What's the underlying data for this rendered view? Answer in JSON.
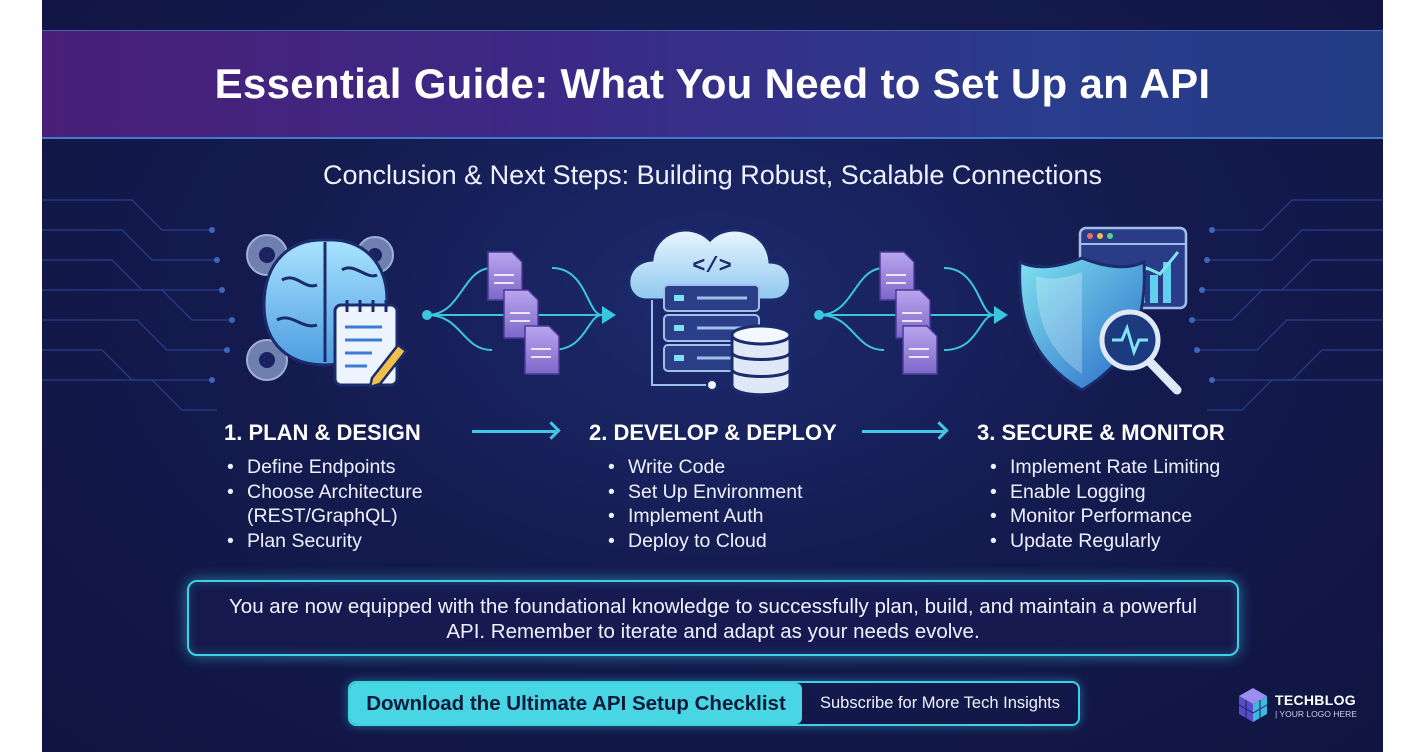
{
  "header": {
    "title": "Essential Guide: What You Need to Set Up an API",
    "subtitle": "Conclusion & Next Steps: Building Robust, Scalable Connections"
  },
  "steps": [
    {
      "title": "1. PLAN & DESIGN",
      "icon": "brain-gears-notepad-icon",
      "bullets": [
        "Define Endpoints",
        "Choose Architecture (REST/GraphQL)",
        "Plan Security"
      ]
    },
    {
      "title": "2. DEVELOP & DEPLOY",
      "icon": "cloud-server-database-icon",
      "bullets": [
        "Write Code",
        "Set Up Environment",
        "Implement Auth",
        "Deploy to Cloud"
      ]
    },
    {
      "title": "3. SECURE & MONITOR",
      "icon": "shield-magnifier-dashboard-icon",
      "bullets": [
        "Implement Rate Limiting",
        "Enable Logging",
        "Monitor Performance",
        "Update Regularly"
      ]
    }
  ],
  "conclusion": {
    "text": "You are now equipped with the foundational knowledge to successfully plan, build, and maintain a powerful API. Remember to iterate and adapt as your needs evolve."
  },
  "cta": {
    "primary_label": "Download the Ultimate API Setup Checklist",
    "secondary_label": "Subscribe for More Tech Insights"
  },
  "logo": {
    "name": "TECHBLOG",
    "tagline": "| YOUR LOGO HERE"
  },
  "colors": {
    "background": "#141b4f",
    "header_band": "#3a2a86",
    "accent_cyan": "#48d6e4",
    "text_light": "#eef1ff"
  }
}
